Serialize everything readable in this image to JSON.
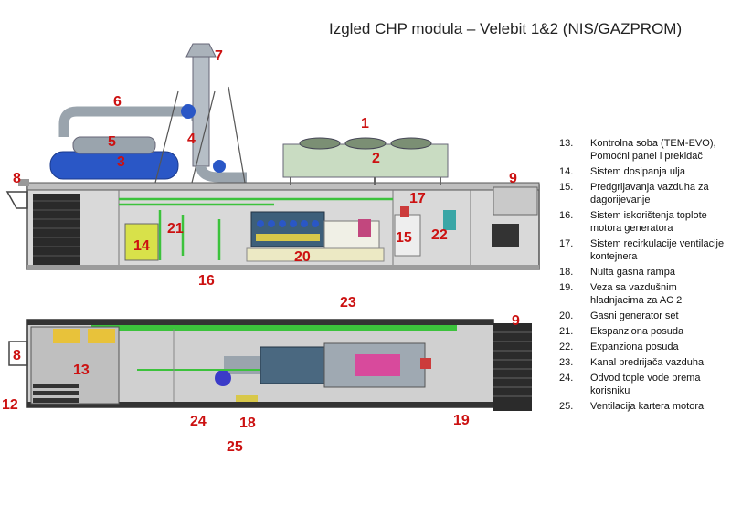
{
  "title": "Izgled CHP modula  – Velebit 1&2 (NIS/GAZPROM)",
  "callouts_side": [
    "1",
    "2",
    "3",
    "4",
    "5",
    "6",
    "7",
    "8",
    "9",
    "14",
    "15",
    "16",
    "17",
    "20",
    "21",
    "22"
  ],
  "callouts_top": [
    "8",
    "9",
    "12",
    "13",
    "18",
    "19",
    "23",
    "24",
    "25"
  ],
  "legend": [
    {
      "num": "13.",
      "text": "Kontrolna soba (TEM-EVO), Pomoćni panel i prekidač"
    },
    {
      "num": "14.",
      "text": "Sistem dosipanja ulja"
    },
    {
      "num": "15.",
      "text": "Predgrijavanja vazduha za dagorijevanje"
    },
    {
      "num": "16.",
      "text": "Sistem iskorištenja toplote motora generatora"
    },
    {
      "num": "17.",
      "text": "Sistem recirkulacije ventilacije kontejnera"
    },
    {
      "num": "18.",
      "text": "Nulta gasna rampa"
    },
    {
      "num": "19.",
      "text": "Veza sa vazdušnim hladnjacima za AC 2"
    },
    {
      "num": "20.",
      "text": "Gasni generator set"
    },
    {
      "num": "21.",
      "text": "Ekspanziona posuda"
    },
    {
      "num": "22.",
      "text": "Expanziona posuda"
    },
    {
      "num": "23.",
      "text": "Kanal predrijača vazduha"
    },
    {
      "num": "24.",
      "text": "Odvod tople vode prema korisniku"
    },
    {
      "num": "25.",
      "text": "Ventilacija kartera motora"
    }
  ],
  "colors": {
    "callout": "#cc1111",
    "pipe": "#9aa4ad",
    "green": "#3cc23c",
    "blue": "#2a57c6",
    "container": "#d8d8d8"
  }
}
